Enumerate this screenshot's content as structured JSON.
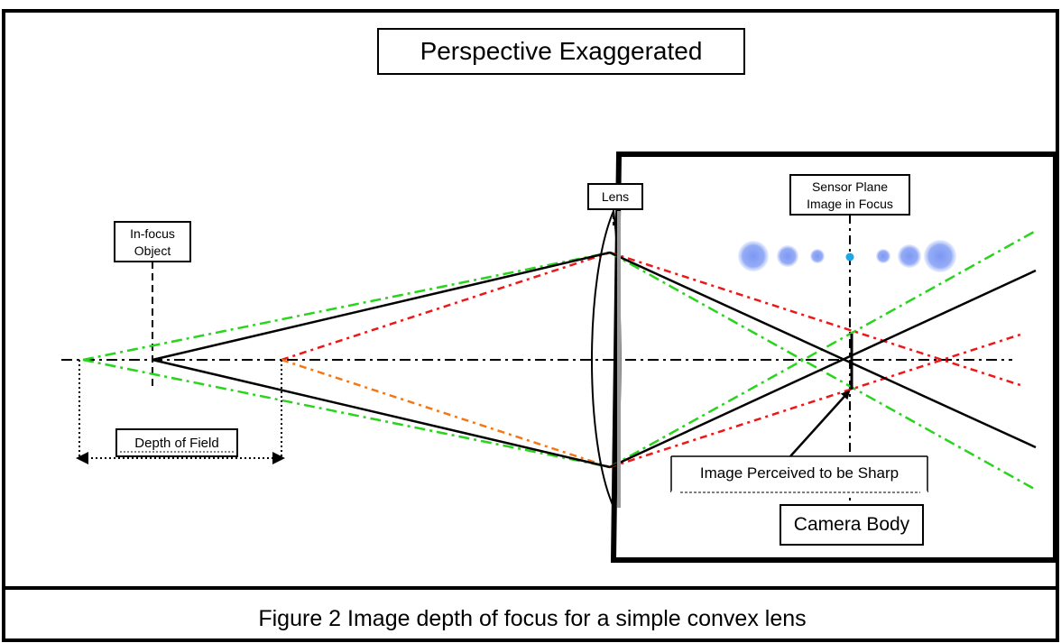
{
  "title": "Perspective Exaggerated",
  "caption": "Figure 2  Image depth of focus for a simple convex lens",
  "labels": {
    "lens": "Lens",
    "sensor_line1": "Sensor Plane",
    "sensor_line2": "Image in Focus",
    "object_line1": "In-focus",
    "object_line2": "Object",
    "depth_of_field": "Depth of Field",
    "perceived_sharp": "Image Perceived to be Sharp",
    "camera_body": "Camera Body"
  },
  "colors": {
    "near_rays": "#e8191b",
    "far_rays": "#28d41c",
    "focus_rays": "#000000",
    "blur_circles": "#8fa8f5",
    "focus_dot": "#1ea7e6",
    "lower_near_ray": "#f07818"
  }
}
